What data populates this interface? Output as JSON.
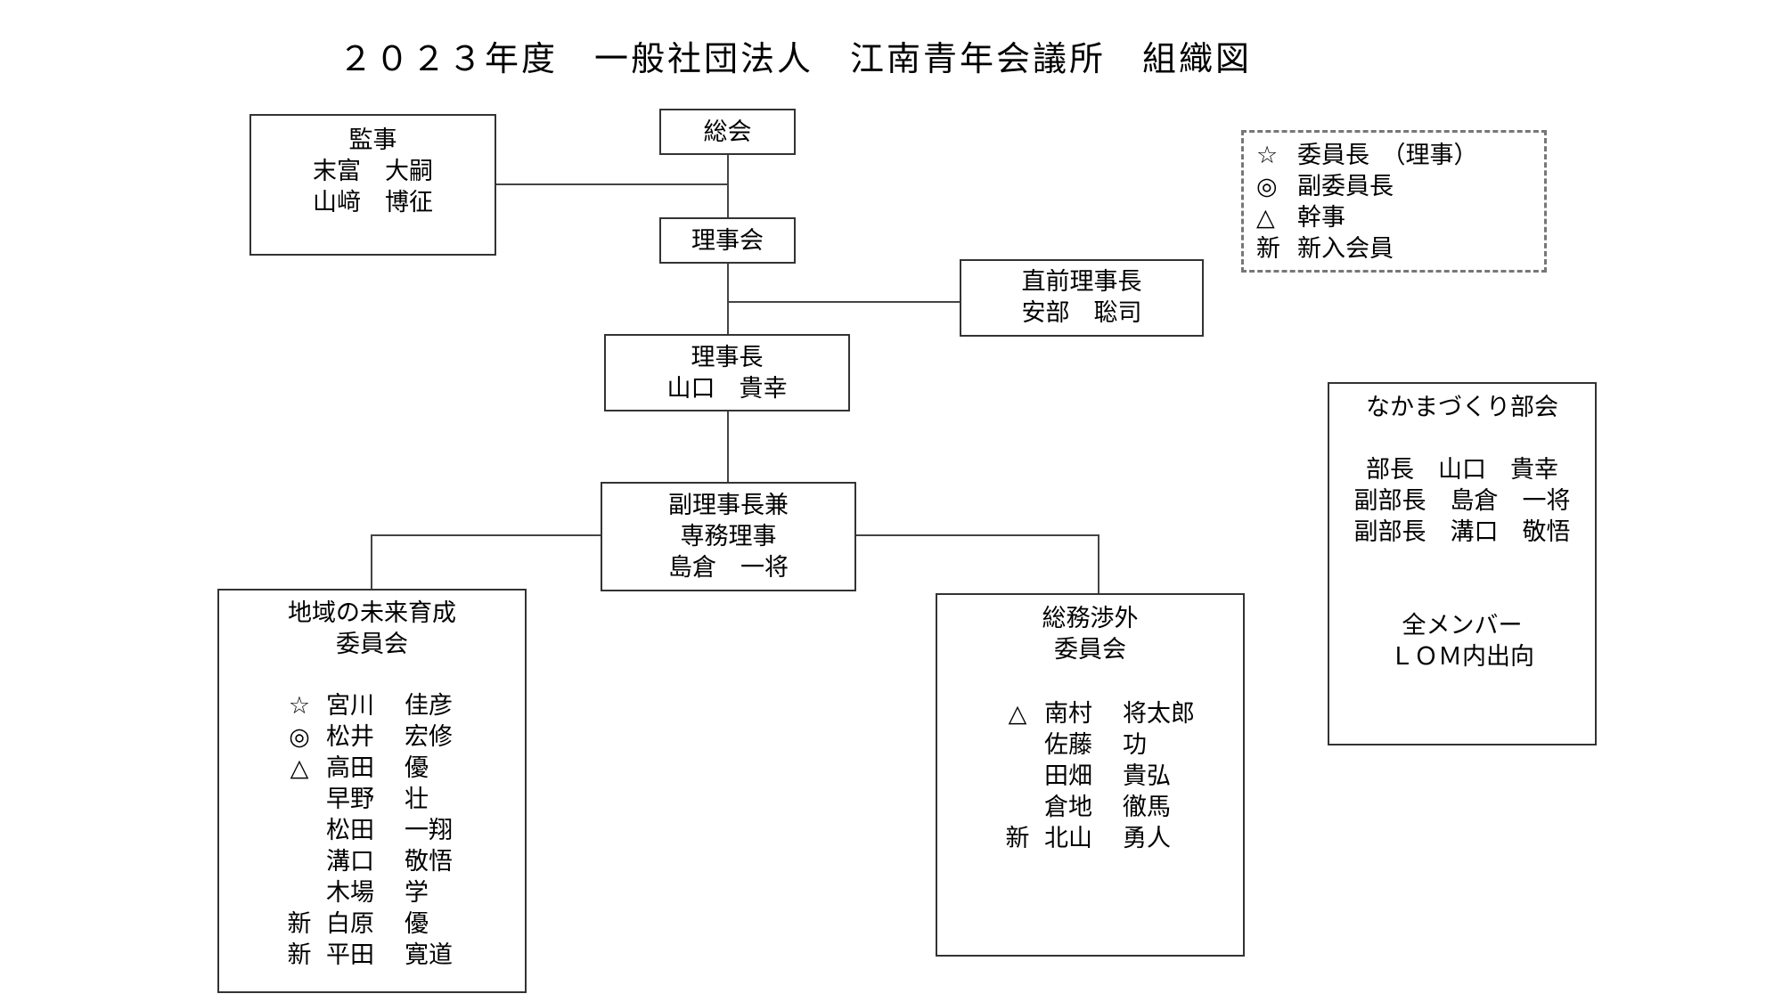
{
  "title": "２０２３年度　一般社団法人　江南青年会議所　組織図",
  "kansa": {
    "heading": "監事",
    "members": [
      "末富　大嗣",
      "山﨑　博征"
    ]
  },
  "sokai": {
    "label": "総会"
  },
  "rijikai": {
    "label": "理事会"
  },
  "chokuzen": {
    "heading": "直前理事長",
    "name": "安部　聡司"
  },
  "rijicho": {
    "heading": "理事長",
    "name": "山口　貴幸"
  },
  "fuku": {
    "line1": "副理事長兼",
    "line2": "専務理事",
    "name": "島倉　一将"
  },
  "legend": [
    {
      "mark": "☆",
      "text": "委員長　（理事）"
    },
    {
      "mark": "◎",
      "text": "副委員長"
    },
    {
      "mark": "△",
      "text": "幹事"
    },
    {
      "mark": "新",
      "text": "新入会員"
    }
  ],
  "chiiki": {
    "title1": "地域の未来育成",
    "title2": "委員会",
    "members": [
      {
        "mark": "☆",
        "surname": "宮川",
        "given": "佳彦"
      },
      {
        "mark": "◎",
        "surname": "松井",
        "given": "宏修"
      },
      {
        "mark": "△",
        "surname": "高田",
        "given": "優"
      },
      {
        "mark": "",
        "surname": "早野",
        "given": "壮"
      },
      {
        "mark": "",
        "surname": "松田",
        "given": "一翔"
      },
      {
        "mark": "",
        "surname": "溝口",
        "given": "敬悟"
      },
      {
        "mark": "",
        "surname": "木場",
        "given": "学"
      },
      {
        "mark": "新",
        "surname": "白原",
        "given": "優"
      },
      {
        "mark": "新",
        "surname": "平田",
        "given": "寛道"
      }
    ]
  },
  "somu": {
    "title1": "総務渉外",
    "title2": "委員会",
    "members": [
      {
        "mark": "△",
        "surname": "南村",
        "given": "将太郎"
      },
      {
        "mark": "",
        "surname": "佐藤",
        "given": "功"
      },
      {
        "mark": "",
        "surname": "田畑",
        "given": "貴弘"
      },
      {
        "mark": "",
        "surname": "倉地",
        "given": "徹馬"
      },
      {
        "mark": "新",
        "surname": "北山",
        "given": "勇人"
      }
    ]
  },
  "nakama": {
    "title": "なかまづくり部会",
    "roles": [
      "部長　山口　貴幸",
      "副部長　島倉　一将",
      "副部長　溝口　敬悟"
    ],
    "note1": "全メンバー",
    "note2": "ＬＯＭ内出向"
  }
}
